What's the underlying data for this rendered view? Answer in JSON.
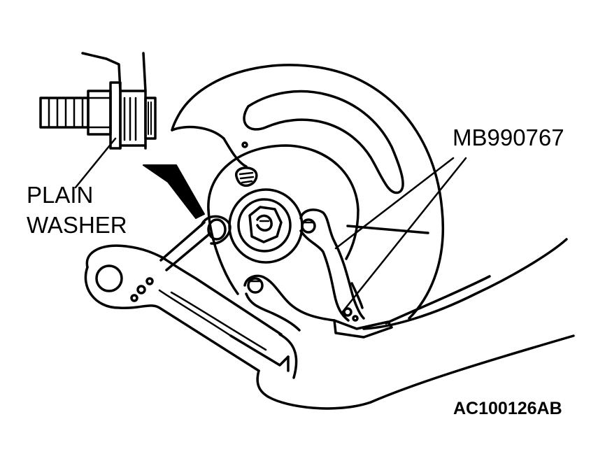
{
  "labels": {
    "plain_washer_line1": "PLAIN",
    "plain_washer_line2": "WASHER",
    "tool_number": "MB990767",
    "figure_code": "AC100126AB"
  },
  "colors": {
    "ink": "#000000",
    "paper": "#ffffff"
  }
}
